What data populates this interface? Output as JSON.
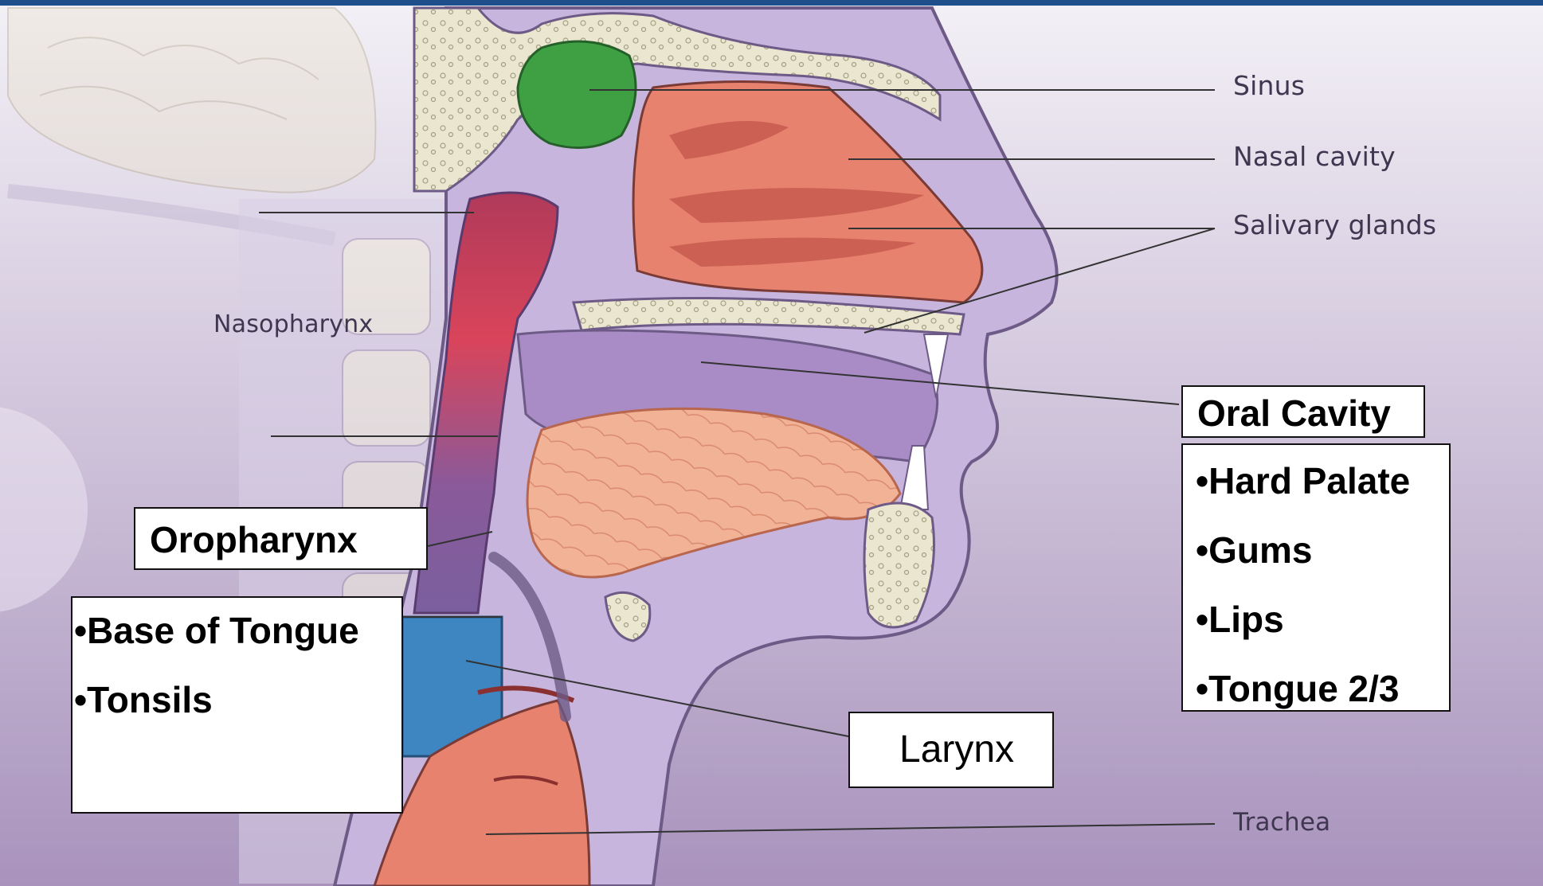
{
  "colors": {
    "header": "#1f4e8c",
    "background_top": "#f2eef5",
    "background_bottom": "#b39cc4",
    "outline": "#6d5a86",
    "tissue_purple": "#c8b4dc",
    "nose_salmon": "#e7826e",
    "sinus_green": "#3fa043",
    "pharynx_red": "#d9445a",
    "larynx_blue": "#3d86c2",
    "bone_cream": "#e8e3cc",
    "tongue_pink": "#f0a890"
  },
  "anatomy_labels": {
    "sinus": "Sinus",
    "nasal_cavity": "Nasal cavity",
    "salivary_glands": "Salivary glands",
    "nasopharynx": "Nasopharynx",
    "trachea": "Trachea"
  },
  "callouts": {
    "oral_cavity": {
      "title": "Oral Cavity",
      "items": [
        "Hard Palate",
        "Gums",
        "Lips",
        "Tongue 2/3"
      ]
    },
    "oropharynx": {
      "title": "Oropharynx",
      "items": [
        "Base of Tongue",
        "Tonsils"
      ]
    },
    "larynx": {
      "title": "Larynx"
    }
  }
}
